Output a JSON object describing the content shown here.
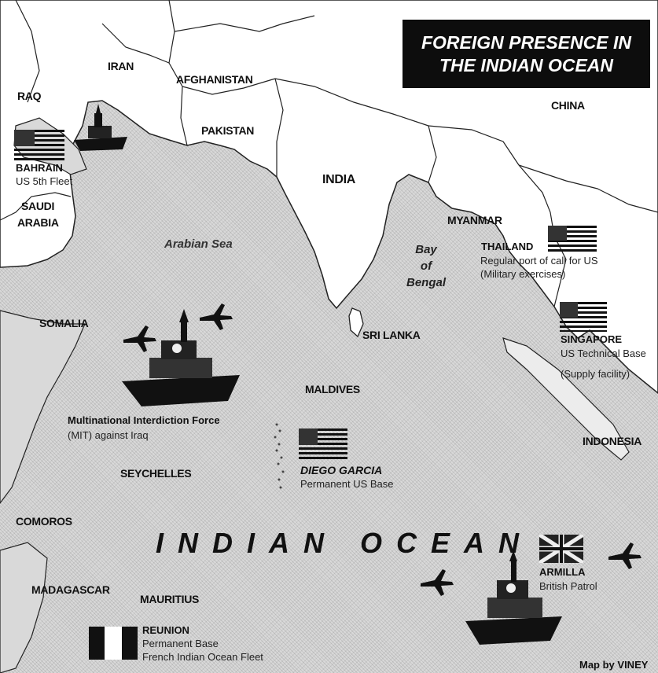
{
  "title": {
    "line1": "FOREIGN PRESENCE IN",
    "line2": "THE INDIAN OCEAN"
  },
  "countries": {
    "iran": "IRAN",
    "afghanistan": "AFGHANISTAN",
    "iraq": "RAQ",
    "pakistan": "PAKISTAN",
    "china": "CHINA",
    "india": "INDIA",
    "saudi_line1": "SAUDI",
    "saudi_line2": "ARABIA",
    "myanmar": "MYANMAR",
    "somalia": "SOMALIA",
    "sri_lanka": "SRI LANKA",
    "maldives": "MALDIVES",
    "indonesia": "INDONESIA",
    "seychelles": "SEYCHELLES",
    "comoros": "COMOROS",
    "madagascar": "MADAGASCAR",
    "mauritius": "MAURITIUS"
  },
  "water": {
    "arabian_sea": "Arabian Sea",
    "bay_line1": "Bay",
    "bay_line2": "of",
    "bay_line3": "Bengal",
    "ocean": "INDIAN OCEAN"
  },
  "annotations": {
    "bahrain": {
      "name": "BAHRAIN",
      "note": "US 5th Fleet"
    },
    "thailand": {
      "name": "THAILAND",
      "note1": "Regular port of call for US",
      "note2": "(Military exercises)"
    },
    "singapore": {
      "name": "SINGAPORE",
      "note1": "US Technical Base",
      "note2": "(Supply facility)"
    },
    "mif": {
      "name": "Multinational Interdiction Force",
      "note": "(MIT) against Iraq"
    },
    "diego_garcia": {
      "name": "DIEGO GARCIA",
      "note": "Permanent US Base"
    },
    "armilla": {
      "name": "ARMILLA",
      "note": "British Patrol"
    },
    "reunion": {
      "name": "REUNION",
      "note1": "Permanent Base",
      "note2": "French Indian Ocean Fleet"
    }
  },
  "flags": {
    "us": "us-flag-icon",
    "uk": "uk-flag-icon",
    "france": "france-flag-icon"
  },
  "icons": {
    "warship": "warship-icon",
    "aircraft": "jet-aircraft-icon"
  },
  "colors": {
    "land": "#ffffff",
    "sea": "#d9d9d9",
    "title_bg": "#0d0d0d",
    "title_text": "#ffffff"
  },
  "credit": "Map by VINEY"
}
